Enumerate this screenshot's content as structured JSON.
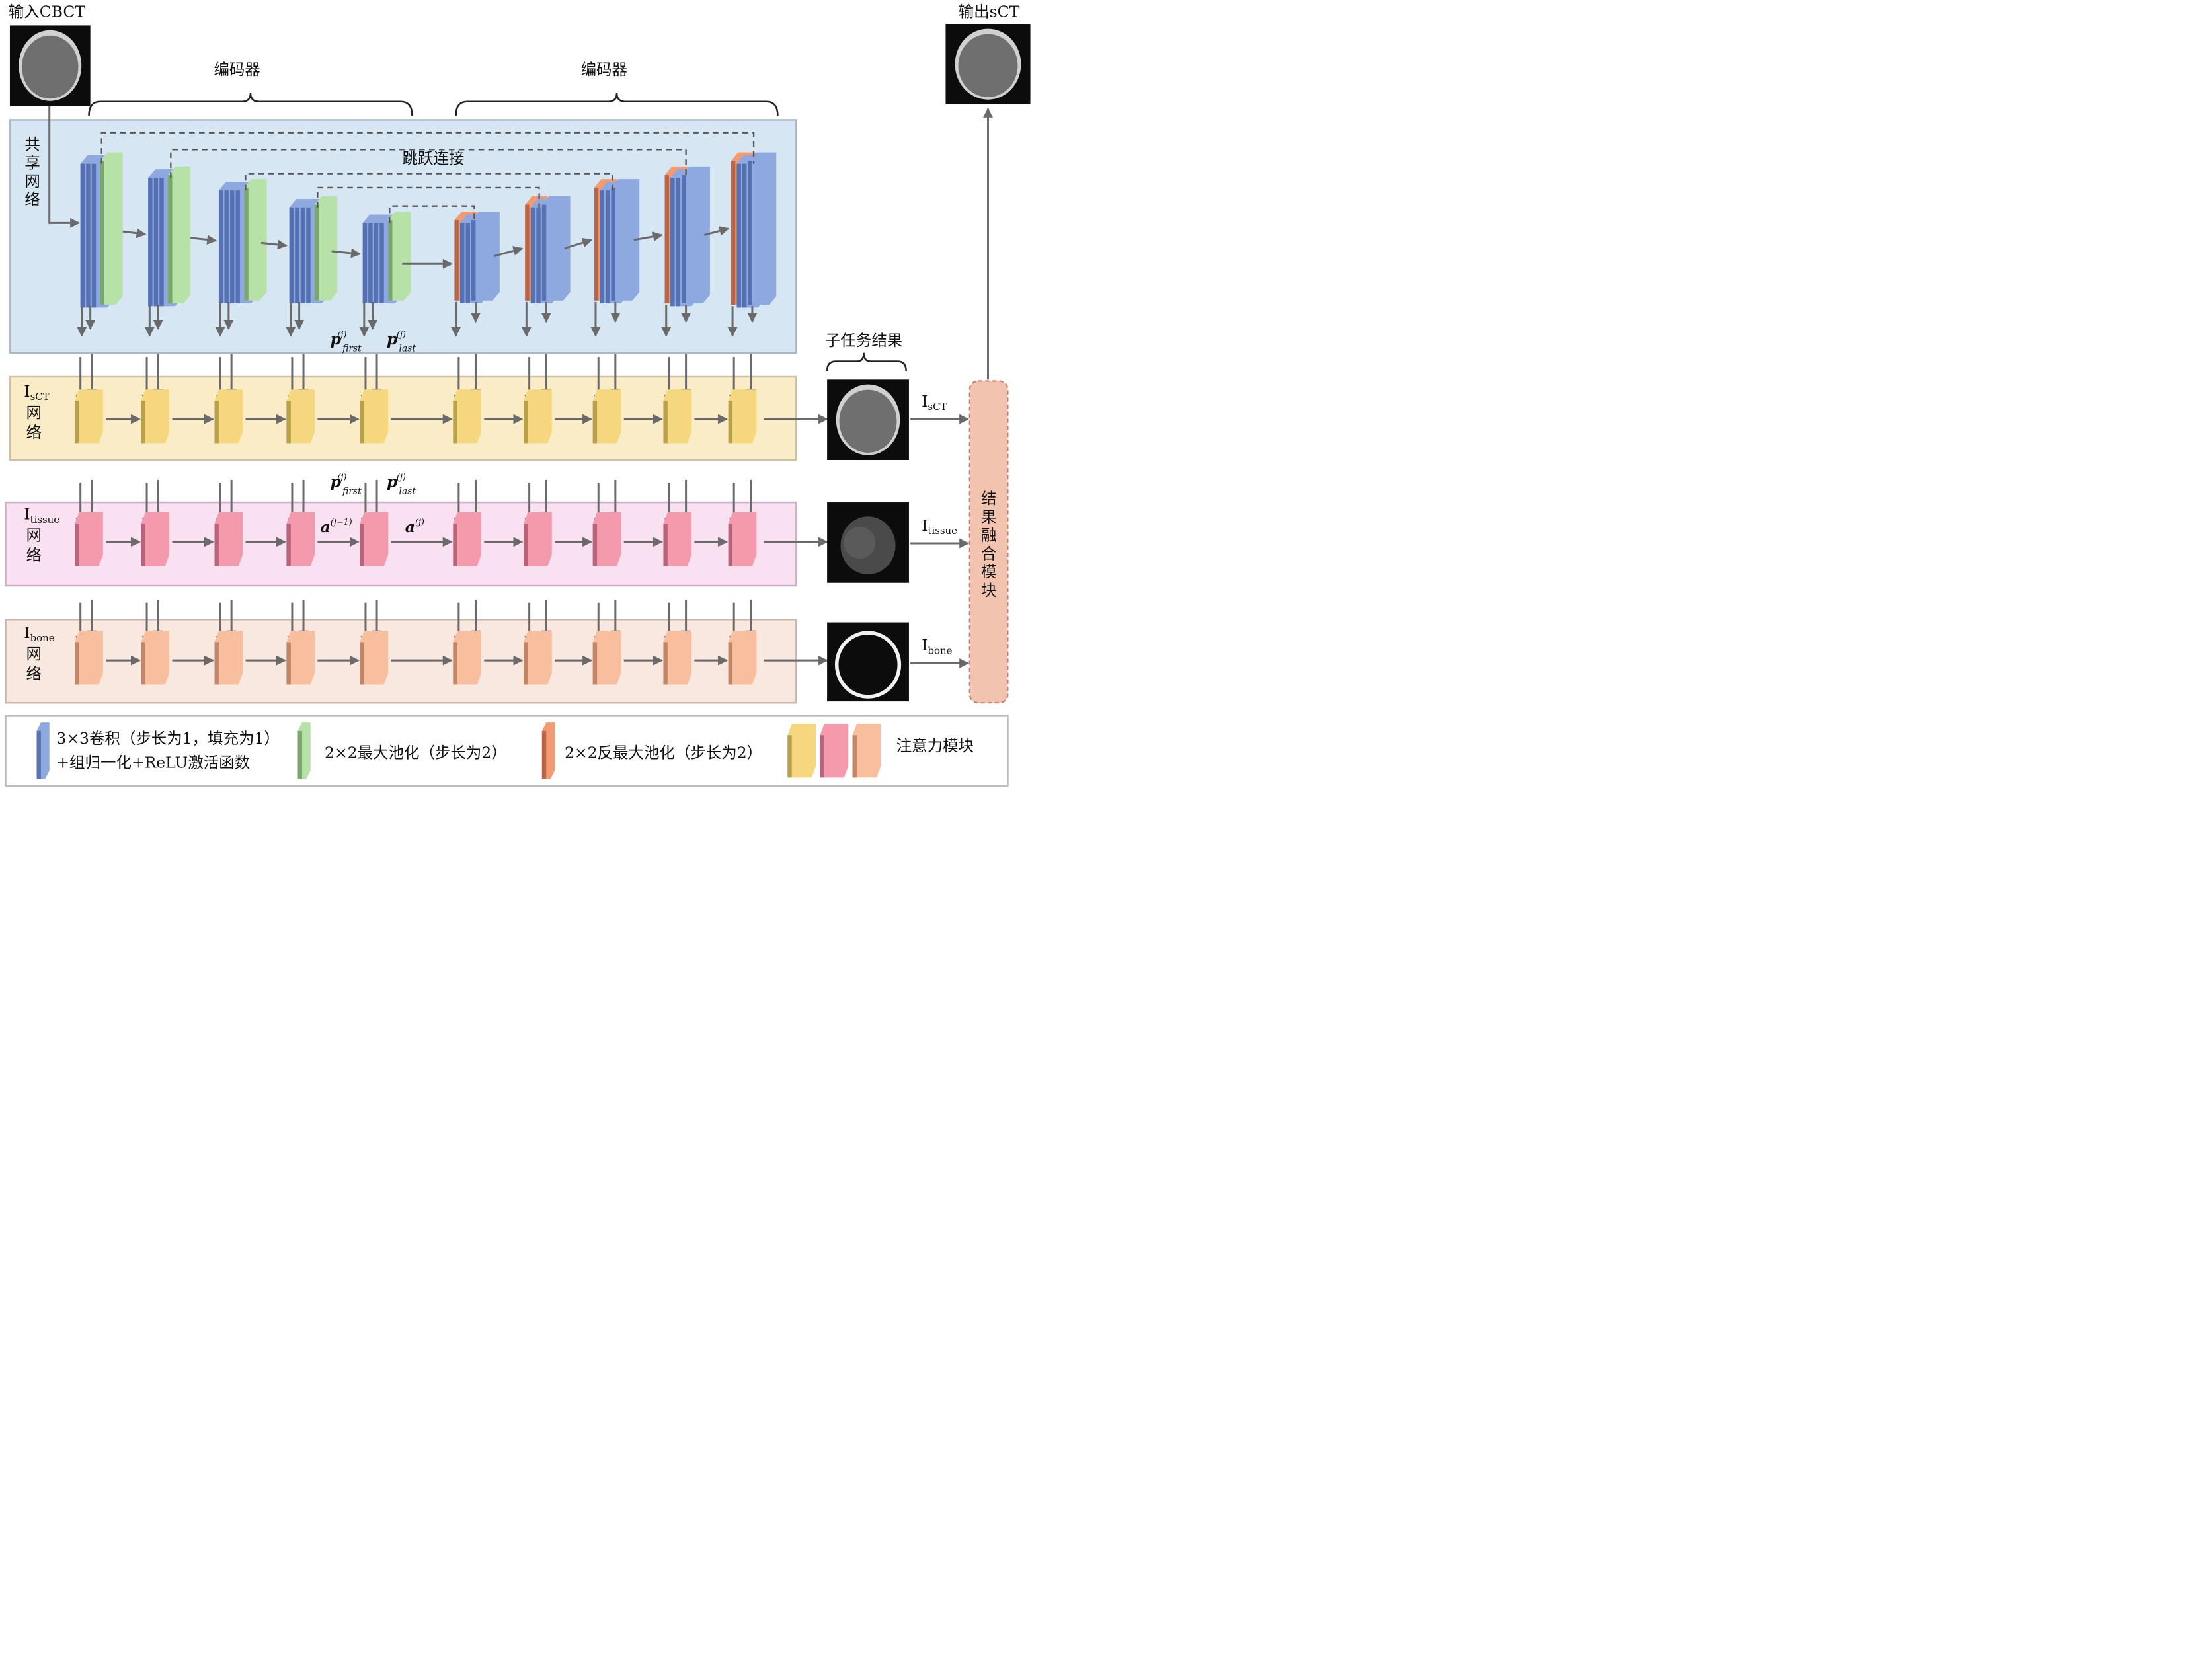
{
  "labels": {
    "input": "输入CBCT",
    "output": "输出sCT",
    "encoder_left": "编码器",
    "encoder_right": "编码器",
    "skip": "跳跃连接",
    "shared_net": [
      "共",
      "享",
      "网",
      "络"
    ],
    "subtask": "子任务结果",
    "fusion": [
      "结",
      "果",
      "融",
      "合",
      "模",
      "块"
    ]
  },
  "rows": [
    {
      "id": "sct",
      "I": "I",
      "sub": "sCT",
      "wang": "网",
      "luo": "络",
      "fill": "#f5d77e",
      "edge": "#b9a14c",
      "bg": "#f9ecc6",
      "bgEdge": "#c9c0a6"
    },
    {
      "id": "tissue",
      "I": "I",
      "sub": "tissue",
      "wang": "网",
      "luo": "络",
      "fill": "#f59aad",
      "edge": "#b86379",
      "bg": "#f9e1f1",
      "bgEdge": "#c9b3c5"
    },
    {
      "id": "bone",
      "I": "I",
      "sub": "bone",
      "wang": "网",
      "luo": "络",
      "fill": "#f8bf9e",
      "edge": "#c18667",
      "bg": "#f9e8df",
      "bgEdge": "#c9b8ae"
    }
  ],
  "symbols": {
    "p": "p",
    "first": "first",
    "last": "last",
    "j": "(j)",
    "a": "a",
    "a_prev_sup": "(j−1)",
    "a_sup": "(j)"
  },
  "legend": [
    {
      "line1": "3×3卷积（步长为1，填充为1）",
      "line2": "+组归一化+ReLU激活函数"
    },
    {
      "line1": "2×2最大池化（步长为2）"
    },
    {
      "line1": "2×2反最大池化（步长为2）"
    },
    {
      "line1": "注意力模块"
    }
  ],
  "colors": {
    "conv": "#8ea8e0",
    "conv_edge": "#5570b3",
    "pool": "#b7e2a7",
    "pool_edge": "#7aa56b",
    "unpool": "#f29b72",
    "unpool_edge": "#b8664a",
    "shared_bg": "#d6e6f2",
    "arrow": "#6a6a6a"
  }
}
